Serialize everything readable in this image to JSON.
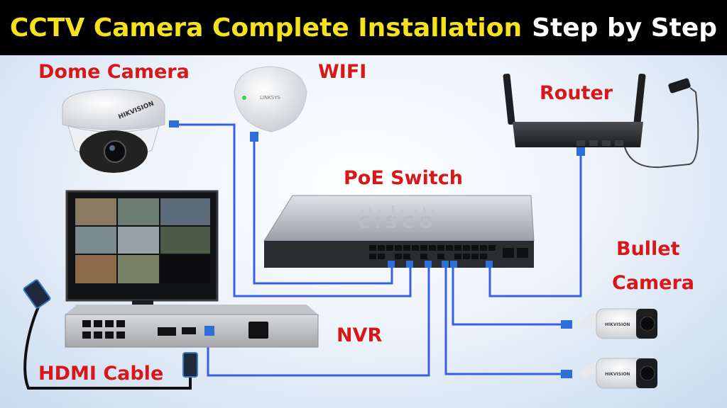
{
  "title": {
    "main": "CCTV Camera Complete Installation",
    "suffix": "Step by Step"
  },
  "labels": {
    "dome_camera": "Dome Camera",
    "wifi": "WIFI",
    "router": "Router",
    "poe_switch": "PoE Switch",
    "bullet_camera_line1": "Bullet",
    "bullet_camera_line2": "Camera",
    "nvr": "NVR",
    "hdmi_cable": "HDMI Cable"
  },
  "device_text": {
    "dome_brand": "HIKVISION",
    "wifi_brand": "LINKSYS",
    "switch_brand": "CISCO",
    "bullet_brand": "HIKVISION"
  },
  "colors": {
    "title_bg": "#000000",
    "title_main": "#f5e11c",
    "title_suffix": "#ffffff",
    "label": "#d81818",
    "cable": "#3a5fe0",
    "hdmi_cable": "#111111"
  }
}
